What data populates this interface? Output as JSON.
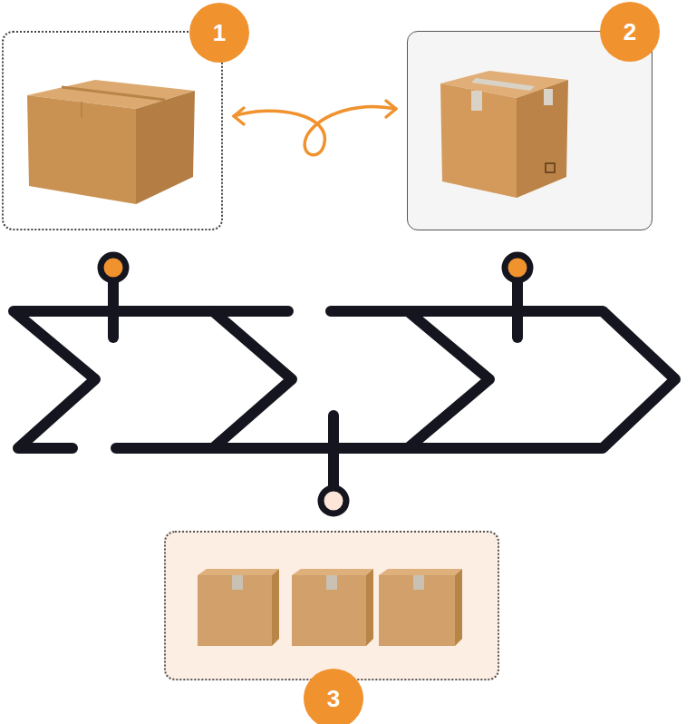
{
  "diagram": {
    "nodes": [
      {
        "text": [
          "1"
        ]
      },
      {
        "text": [
          "2"
        ]
      },
      {
        "text": [
          "3"
        ]
      }
    ],
    "edges": [
      {
        "from": 0,
        "to": 1,
        "arrow": "both"
      }
    ]
  }
}
